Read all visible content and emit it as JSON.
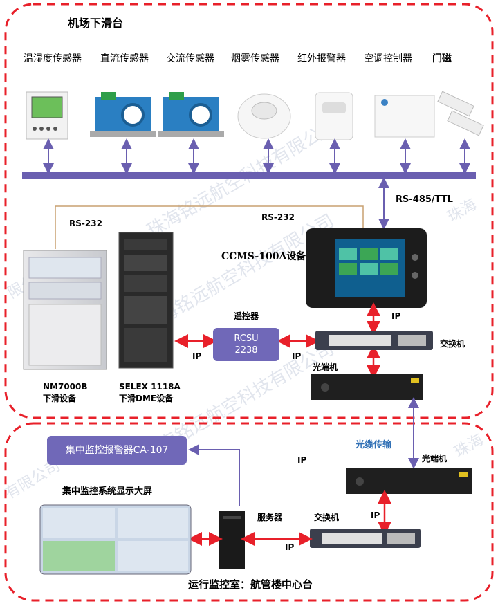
{
  "top_section": {
    "title": "机场下滑台",
    "devices": [
      {
        "label": "温湿度传感器"
      },
      {
        "label": "直流传感器"
      },
      {
        "label": "交流传感器"
      },
      {
        "label": "烟雾传感器"
      },
      {
        "label": "红外报警器"
      },
      {
        "label": "空调控制器"
      },
      {
        "label": "门磁"
      }
    ],
    "bus_label": "RS-485/TTL",
    "rs232_left": "RS-232",
    "rs232_right": "RS-232",
    "ccms_label": "CCMS-100A设备",
    "remote_ctrl_label": "遥控器",
    "rcsu_line1": "RCSU",
    "rcsu_line2": "2238",
    "ip_left": "IP",
    "ip_mid": "IP",
    "ip_ccms": "IP",
    "switch_label": "交换机",
    "optical_label": "光端机",
    "nm7000_line1": "NM7000B",
    "nm7000_line2": "下滑设备",
    "selex_line1": "SELEX 1118A",
    "selex_line2": "下滑DME设备"
  },
  "bottom_section": {
    "title": "运行监控室：航管楼中心台",
    "alarm_label": "集中监控报警器CA-107",
    "screen_label": "集中监控系统显示大屏",
    "fiber_label": "光缆传输",
    "optical_label": "光端机",
    "ip_top": "IP",
    "ip_right": "IP",
    "ip_bottom": "IP",
    "server_label": "服务器",
    "switch_label": "交换机"
  },
  "watermarks": [
    "珠海铭远航空科技有限公司",
    "珠海铭远航空科技有限公司",
    "珠海铭远航空科技有限公司",
    "珠海",
    "珠海",
    "限公司",
    "有限公司"
  ],
  "colors": {
    "dashed_border": "#e8202a",
    "bus": "#6a5fb0",
    "arrow_purple": "#6a5fb0",
    "arrow_red": "#e8202a",
    "rs232_line": "#c8a070",
    "fiber_text": "#2f6fb5"
  }
}
